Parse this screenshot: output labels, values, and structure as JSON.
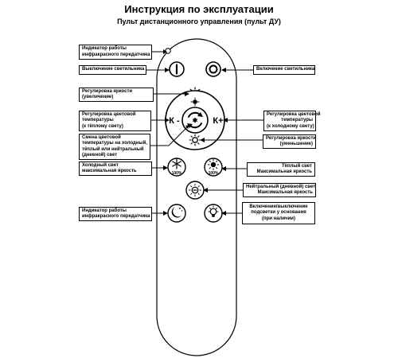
{
  "title": "Инструкция по эксплуатации",
  "subtitle": "Пульт дистанционного управления (пульт ДУ)",
  "remote": {
    "k_minus": "К -",
    "k_plus": "К+",
    "percent_cold": "100%",
    "percent_warm": "100%"
  },
  "labels": {
    "ir_indicator_top": [
      "Индикатор работы",
      "инфракрасного передатчика"
    ],
    "power_left": [
      "Выключение светильника"
    ],
    "power_right": [
      "Включение светильника"
    ],
    "brightness_up": [
      "Регулировка яркости",
      "(увеличение)"
    ],
    "temp_warm": [
      "Регулировка цветовой",
      "температуры",
      "(к тёплому свету)"
    ],
    "temp_cold": [
      "Регулировка цветовой",
      "температуры",
      "(к холодному свету)"
    ],
    "mode_change": [
      "Смена цветовой",
      "температуры на холодный,",
      "тёплый или нейтральный",
      "(дневной) свет"
    ],
    "brightness_down": [
      "Регулировка яркости",
      "(уменьшение)"
    ],
    "cold_max": [
      "Холодный свет",
      "максимальная яркость"
    ],
    "warm_max": [
      "Тёплый свет",
      "Максимальная яркость"
    ],
    "neutral_max": [
      "Нейтральный (дневной) свет",
      "Максимальная яркость"
    ],
    "ir_indicator_bottom": [
      "Индикатор работы",
      "инфракрасного передатчика"
    ],
    "backlight": [
      "Включение/выключение",
      "подсветки у основания",
      "(при наличии)"
    ]
  },
  "icons": [
    "power-off-icon",
    "power-on-icon",
    "sun-up-icon",
    "sun-down-icon",
    "cycle-mode-icon",
    "snowflake-icon",
    "warm-sun-icon",
    "neutral-sun-icon",
    "moon-stars-icon",
    "bulb-icon",
    "ir-led-icon"
  ]
}
